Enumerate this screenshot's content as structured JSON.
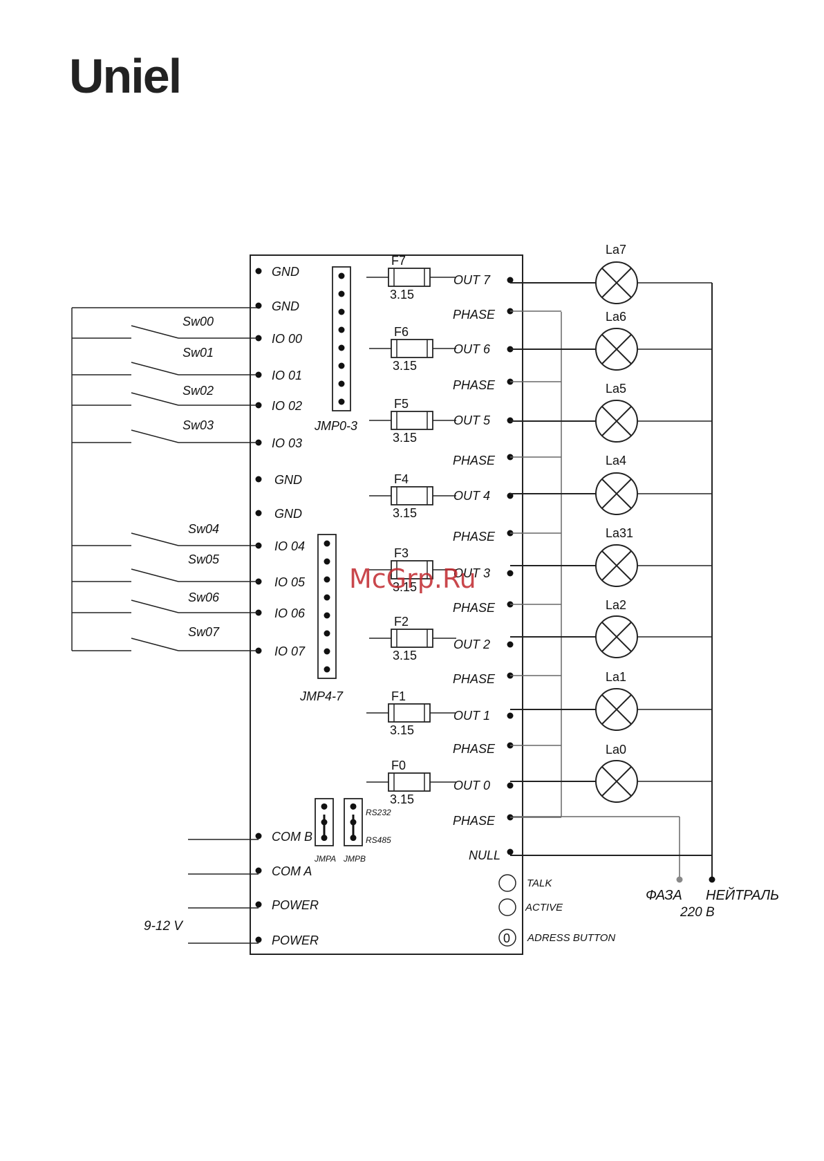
{
  "brand": {
    "logo_text": "Uniel"
  },
  "watermark": "McGrp.Ru",
  "board": {
    "left_pins": [
      {
        "label": "GND"
      },
      {
        "label": "GND"
      },
      {
        "label": "IO 00"
      },
      {
        "label": "IO 01"
      },
      {
        "label": "IO 02"
      },
      {
        "label": "IO 03"
      },
      {
        "label": "GND"
      },
      {
        "label": "GND"
      },
      {
        "label": "IO 04"
      },
      {
        "label": "IO 05"
      },
      {
        "label": "IO 06"
      },
      {
        "label": "IO 07"
      },
      {
        "label": "COM B"
      },
      {
        "label": "COM A"
      },
      {
        "label": "POWER"
      },
      {
        "label": "POWER"
      }
    ],
    "right_pins": [
      {
        "label": "OUT 7"
      },
      {
        "label": "PHASE"
      },
      {
        "label": "OUT 6"
      },
      {
        "label": "PHASE"
      },
      {
        "label": "OUT 5"
      },
      {
        "label": "PHASE"
      },
      {
        "label": "OUT 4"
      },
      {
        "label": "PHASE"
      },
      {
        "label": "OUT 3"
      },
      {
        "label": "PHASE"
      },
      {
        "label": "OUT 2"
      },
      {
        "label": "PHASE"
      },
      {
        "label": "OUT 1"
      },
      {
        "label": "PHASE"
      },
      {
        "label": "OUT 0"
      },
      {
        "label": "PHASE"
      },
      {
        "label": "NULL"
      }
    ],
    "jumpers": {
      "jmp03": "JMP0-3",
      "jmp47": "JMP4-7",
      "jmpa": "JMPA",
      "jmpb": "JMPB",
      "rs232": "RS232",
      "rs485": "RS485"
    },
    "indicators": {
      "talk": "TALK",
      "active": "ACTIVE",
      "address_button": "ADRESS BUTTON",
      "address_button_glyph": "0"
    }
  },
  "fuses": [
    {
      "name": "F7",
      "value": "3.15"
    },
    {
      "name": "F6",
      "value": "3.15"
    },
    {
      "name": "F5",
      "value": "3.15"
    },
    {
      "name": "F4",
      "value": "3.15"
    },
    {
      "name": "F3",
      "value": "3.15"
    },
    {
      "name": "F2",
      "value": "3.15"
    },
    {
      "name": "F1",
      "value": "3.15"
    },
    {
      "name": "F0",
      "value": "3.15"
    }
  ],
  "lamps": [
    {
      "name": "La7"
    },
    {
      "name": "La6"
    },
    {
      "name": "La5"
    },
    {
      "name": "La4"
    },
    {
      "name": "La31"
    },
    {
      "name": "La2"
    },
    {
      "name": "La1"
    },
    {
      "name": "La0"
    }
  ],
  "switches": [
    {
      "name": "Sw00"
    },
    {
      "name": "Sw01"
    },
    {
      "name": "Sw02"
    },
    {
      "name": "Sw03"
    },
    {
      "name": "Sw04"
    },
    {
      "name": "Sw05"
    },
    {
      "name": "Sw06"
    },
    {
      "name": "Sw07"
    }
  ],
  "supply": {
    "dc_voltage": "9-12 V",
    "phase": "ФАЗА",
    "neutral": "НЕЙТРАЛЬ",
    "mains_voltage": "220 В"
  }
}
